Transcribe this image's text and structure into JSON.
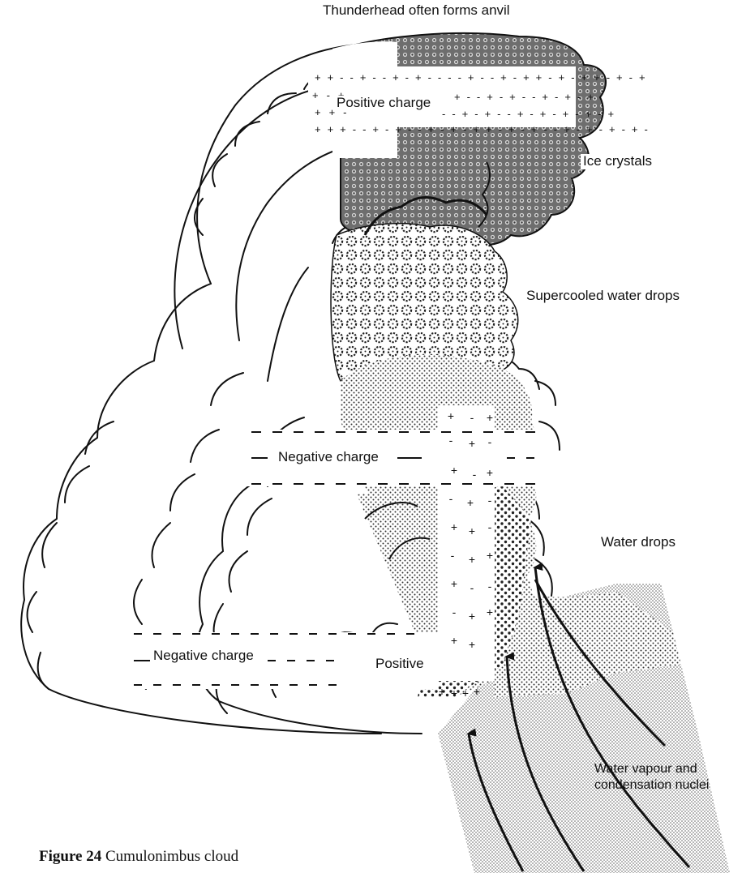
{
  "title": "Thunderhead often forms anvil",
  "labels": {
    "positive_charge_top": "Positive charge",
    "ice_crystals": "Ice crystals",
    "supercooled": "Supercooled water drops",
    "negative_charge_mid": "Negative charge",
    "water_drops": "Water drops",
    "negative_charge_low": "Negative charge",
    "positive_low": "Positive",
    "vapour_line1": "Water vapour and",
    "vapour_line2": "condensation nuclei"
  },
  "caption": {
    "number": "Figure 24",
    "text": "Cumulonimbus cloud"
  }
}
